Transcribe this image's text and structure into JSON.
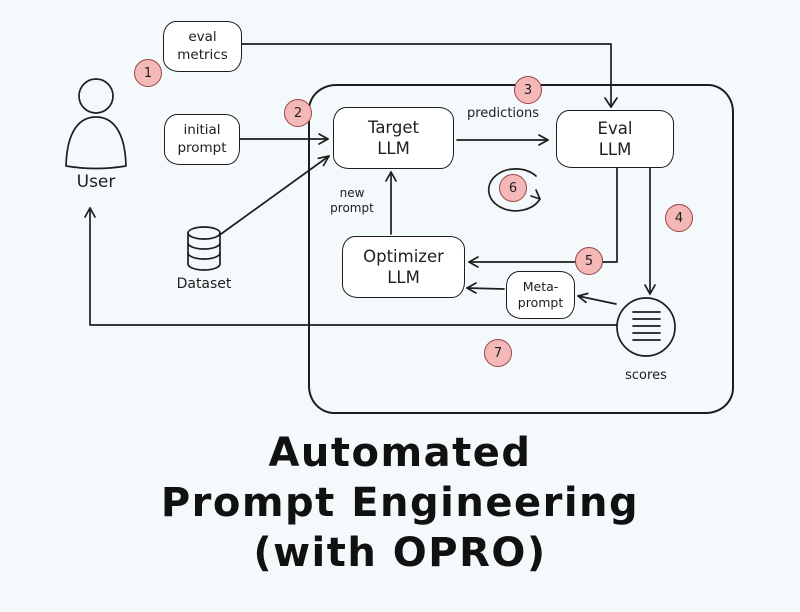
{
  "canvas": {
    "bg": "#f4f9fb",
    "ink": "#1e1e1e"
  },
  "badges": {
    "fill": "#f5b8b8",
    "stroke": "#9b4444",
    "steps": [
      "1",
      "2",
      "3",
      "4",
      "5",
      "6",
      "7"
    ]
  },
  "boxes": {
    "eval_metrics": {
      "line1": "eval",
      "line2": "metrics"
    },
    "initial_prompt": {
      "line1": "initial",
      "line2": "prompt"
    },
    "target_llm": {
      "line1": "Target",
      "line2": "LLM"
    },
    "eval_llm": {
      "line1": "Eval",
      "line2": "LLM"
    },
    "optimizer_llm": {
      "line1": "Optimizer",
      "line2": "LLM"
    },
    "meta_prompt": {
      "line1": "Meta-",
      "line2": "prompt"
    }
  },
  "labels": {
    "user": "User",
    "dataset": "Dataset",
    "predictions": "predictions",
    "new_prompt": {
      "line1": "new",
      "line2": "prompt"
    },
    "scores": "scores"
  },
  "title": {
    "line1": "Automated",
    "line2": "Prompt Engineering",
    "line3": "(with OPRO)"
  }
}
